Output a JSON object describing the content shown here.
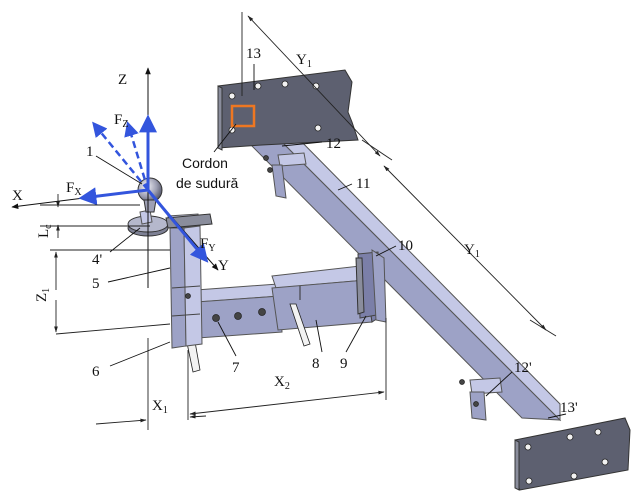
{
  "axes": {
    "z": "Z",
    "x": "X",
    "y": "Y"
  },
  "forces": {
    "fz": {
      "main": "F",
      "sub": "Z"
    },
    "fx": {
      "main": "F",
      "sub": "X"
    },
    "fy": {
      "main": "F",
      "sub": "Y"
    },
    "color": "#3355dd"
  },
  "dimensions": {
    "lc": {
      "main": "L",
      "sub": "c"
    },
    "z1": {
      "main": "Z",
      "sub": "1"
    },
    "x1": {
      "main": "X",
      "sub": "1"
    },
    "x2": {
      "main": "X",
      "sub": "2"
    },
    "y1_top": {
      "main": "Y",
      "sub": "1"
    },
    "y1_side": {
      "main": "Y",
      "sub": "1"
    }
  },
  "parts": {
    "p1": "1",
    "p4": "4'",
    "p5": "5",
    "p6": "6",
    "p7": "7",
    "p8": "8",
    "p9": "9",
    "p10": "10",
    "p11": "11",
    "p12": "12",
    "p12b": "12'",
    "p13": "13",
    "p13b": "13'"
  },
  "weld_note": {
    "line1": "Cordon",
    "line2": "de sudură",
    "highlight_color": "#ee7722"
  }
}
